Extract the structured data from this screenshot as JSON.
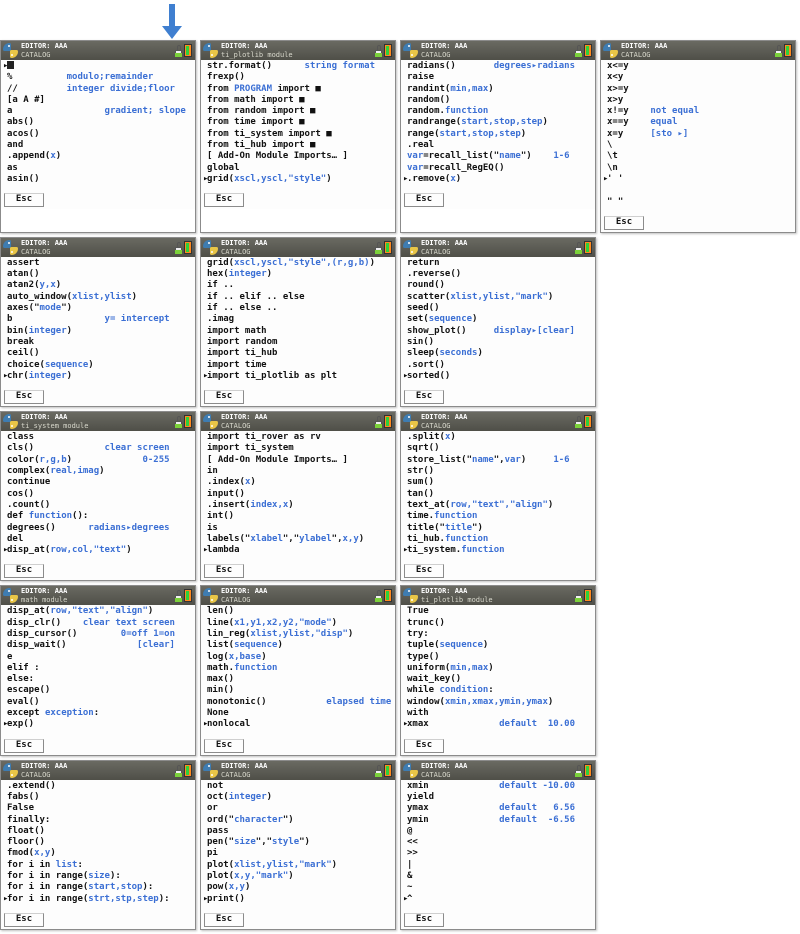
{
  "pointer": {
    "name": "down-arrow-annotation",
    "color": "#3f7fd0"
  },
  "device": {
    "header_line1": "EDITOR: AAA",
    "icons": {
      "lock": "lock-icon",
      "battery": "battery-icon",
      "logo": "python-logo-icon"
    },
    "esc_label": "Esc"
  },
  "panels": [
    {
      "id": "p1",
      "subtitle": "CATALOG",
      "lines": [
        {
          "sel": true,
          "text": "■",
          "cursor": true
        },
        {
          "text": "%",
          "hint": "modulo;remainder",
          "hint_col": 11
        },
        {
          "text": "//",
          "hint": "integer divide;floor",
          "hint_col": 11
        },
        {
          "text": "[a A #]"
        },
        {
          "text": "a",
          "hint": "gradient; slope",
          "hint_col": 18
        },
        {
          "text": "abs()"
        },
        {
          "text": "acos()"
        },
        {
          "text": "and"
        },
        {
          "text": ".append(",
          "arg": "x",
          "text2": ")"
        },
        {
          "text": "as"
        },
        {
          "text": "asin()"
        }
      ]
    },
    {
      "id": "p2",
      "subtitle": "ti_plotlib module",
      "lines": [
        {
          "text": "str.format()",
          "hint": "string format",
          "hint_col": 18
        },
        {
          "text": "frexp()"
        },
        {
          "text": "from ",
          "arg": "PROGRAM",
          "text2": " import ■"
        },
        {
          "text": "from math import ■"
        },
        {
          "text": "from random import ■"
        },
        {
          "text": "from time import ■"
        },
        {
          "text": "from ti_system import ■"
        },
        {
          "text": "from ti_hub import ■"
        },
        {
          "text": "[ Add-On Module Imports… ]"
        },
        {
          "text": "global"
        },
        {
          "sel": true,
          "text": "grid(",
          "arg": "xscl,yscl,\"style\"",
          "text2": ")"
        }
      ]
    },
    {
      "id": "p3",
      "subtitle": "CATALOG",
      "lines": [
        {
          "text": "radians()",
          "hint": "degrees▸radians",
          "hint_col": 16
        },
        {
          "text": "raise"
        },
        {
          "text": "randint(",
          "arg": "min,max",
          "text2": ")"
        },
        {
          "text": "random()"
        },
        {
          "text": "random.",
          "arg": "function"
        },
        {
          "text": "randrange(",
          "arg": "start,stop,step",
          "text2": ")"
        },
        {
          "text": "range(",
          "arg": "start,stop,step",
          "text2": ")"
        },
        {
          "text": ".real"
        },
        {
          "arg_pre": "var",
          "text": "=recall_list(\"",
          "arg": "name",
          "text2": "\")",
          "hint": "1-6",
          "hint_col": 27
        },
        {
          "arg_pre": "var",
          "text": "=recall_RegEQ()"
        },
        {
          "sel": true,
          "text": ".remove(",
          "arg": "x",
          "text2": ")"
        }
      ]
    },
    {
      "id": "p4",
      "subtitle": "CATALOG",
      "tall": true,
      "lines": [
        {
          "text": "x<=y"
        },
        {
          "text": "x<y"
        },
        {
          "text": "x>=y"
        },
        {
          "text": "x>y"
        },
        {
          "text": "x!=y",
          "hint": "not equal",
          "hint_col": 8
        },
        {
          "text": "x==y",
          "hint": "equal",
          "hint_col": 8
        },
        {
          "text": "x=y",
          "hint": "[sto ▸]",
          "hint_col": 8
        },
        {
          "text": "\\"
        },
        {
          "text": "\\t"
        },
        {
          "text": "\\n"
        },
        {
          "sel": true,
          "text": "' '"
        },
        {
          "text": ""
        },
        {
          "text": "\" \""
        }
      ]
    },
    {
      "id": "p5",
      "subtitle": "CATALOG",
      "lines": [
        {
          "text": "assert"
        },
        {
          "text": "atan()"
        },
        {
          "text": "atan2(",
          "arg": "y,x",
          "text2": ")"
        },
        {
          "text": "auto_window(",
          "arg": "xlist,ylist",
          "text2": ")"
        },
        {
          "text": "axes(\"",
          "arg": "mode",
          "text2": "\")"
        },
        {
          "text": "b",
          "hint": "y= intercept",
          "hint_col": 18
        },
        {
          "text": "bin(",
          "arg": "integer",
          "text2": ")"
        },
        {
          "text": "break"
        },
        {
          "text": "ceil()"
        },
        {
          "text": "choice(",
          "arg": "sequence",
          "text2": ")"
        },
        {
          "sel": true,
          "text": "chr(",
          "arg": "integer",
          "text2": ")"
        }
      ]
    },
    {
      "id": "p6",
      "subtitle": "CATALOG",
      "lines": [
        {
          "text": "grid(",
          "arg": "xscl,yscl,\"style\",(r,g,b)",
          "text2": ")"
        },
        {
          "text": "hex(",
          "arg": "integer",
          "text2": ")"
        },
        {
          "text": "if .."
        },
        {
          "text": "if .. elif .. else"
        },
        {
          "text": "if .. else .."
        },
        {
          "text": ".imag"
        },
        {
          "text": "import math"
        },
        {
          "text": "import random"
        },
        {
          "text": "import ti_hub"
        },
        {
          "text": "import time"
        },
        {
          "sel": true,
          "text": "import ti_plotlib as plt"
        }
      ]
    },
    {
      "id": "p7",
      "subtitle": "CATALOG",
      "lines": [
        {
          "text": "return"
        },
        {
          "text": ".reverse()"
        },
        {
          "text": "round()"
        },
        {
          "text": "scatter(",
          "arg": "xlist,ylist,\"mark\"",
          "text2": ")"
        },
        {
          "text": "seed()"
        },
        {
          "text": "set(",
          "arg": "sequence",
          "text2": ")"
        },
        {
          "text": "show_plot()",
          "hint": "display▸[clear]",
          "hint_col": 16
        },
        {
          "text": "sin()"
        },
        {
          "text": "sleep(",
          "arg": "seconds",
          "text2": ")"
        },
        {
          "text": ".sort()"
        },
        {
          "sel": true,
          "text": "sorted()"
        }
      ]
    },
    {
      "id": "p8",
      "subtitle": "ti_system module",
      "lines": [
        {
          "text": "class"
        },
        {
          "text": "cls()",
          "hint": "clear screen",
          "hint_col": 18
        },
        {
          "text": "color(",
          "arg": "r,g,b",
          "text2": ")",
          "hint": "0-255",
          "hint_col": 25
        },
        {
          "text": "complex(",
          "arg": "real,imag",
          "text2": ")"
        },
        {
          "text": "continue"
        },
        {
          "text": "cos()"
        },
        {
          "text": ".count()"
        },
        {
          "text": "def ",
          "arg": "function",
          "text2": "():"
        },
        {
          "text": "degrees()",
          "hint": "radians▸degrees",
          "hint_col": 15
        },
        {
          "text": "del"
        },
        {
          "sel": true,
          "text": "disp_at(",
          "arg": "row,col,\"text\"",
          "text2": ")"
        }
      ]
    },
    {
      "id": "p9",
      "subtitle": "CATALOG",
      "lines": [
        {
          "text": "import ti_rover as rv"
        },
        {
          "text": "import ti_system"
        },
        {
          "text": "[ Add-On Module Imports… ]"
        },
        {
          "text": "in"
        },
        {
          "text": ".index(",
          "arg": "x",
          "text2": ")"
        },
        {
          "text": "input()"
        },
        {
          "text": ".insert(",
          "arg": "index,x",
          "text2": ")"
        },
        {
          "text": "int()"
        },
        {
          "text": "is"
        },
        {
          "text": "labels(\"",
          "arg": "xlabel",
          "text2": "\",\"",
          "arg2": "ylabel",
          "text3": "\",",
          "arg3": "x,y",
          "text4": ")"
        },
        {
          "sel": true,
          "text": "lambda"
        }
      ]
    },
    {
      "id": "p10",
      "subtitle": "CATALOG",
      "lines": [
        {
          "text": ".split(",
          "arg": "x",
          "text2": ")"
        },
        {
          "text": "sqrt()"
        },
        {
          "text": "store_list(\"",
          "arg": "name",
          "text2": "\",",
          "arg2": "var",
          "text3": ")",
          "hint": "1-6",
          "hint_col": 27
        },
        {
          "text": "str()"
        },
        {
          "text": "sum()"
        },
        {
          "text": "tan()"
        },
        {
          "text": "text_at(",
          "arg": "row,\"text\",\"align\"",
          "text2": ")"
        },
        {
          "text": "time.",
          "arg": "function"
        },
        {
          "text": "title(\"",
          "arg": "title",
          "text2": "\")"
        },
        {
          "text": "ti_hub.",
          "arg": "function"
        },
        {
          "sel": true,
          "text": "ti_system.",
          "arg": "function"
        }
      ]
    },
    {
      "id": "p11",
      "subtitle": "math module",
      "lines": [
        {
          "text": "disp_at(",
          "arg": "row,\"text\",\"align\"",
          "text2": ")"
        },
        {
          "text": "disp_clr()",
          "hint": "clear text screen",
          "hint_col": 14
        },
        {
          "text": "disp_cursor()",
          "hint": "0=off 1=on",
          "hint_col": 21
        },
        {
          "text": "disp_wait()",
          "hint": "[clear]",
          "hint_col": 24
        },
        {
          "text": "e"
        },
        {
          "text": "elif :"
        },
        {
          "text": "else:"
        },
        {
          "text": "escape()"
        },
        {
          "text": "eval()"
        },
        {
          "text": "except ",
          "arg": "exception",
          "text2": ":"
        },
        {
          "sel": true,
          "text": "exp()"
        }
      ]
    },
    {
      "id": "p12",
      "subtitle": "CATALOG",
      "lines": [
        {
          "text": "len()"
        },
        {
          "text": "line(",
          "arg": "x1,y1,x2,y2,\"mode\"",
          "text2": ")"
        },
        {
          "text": "lin_reg(",
          "arg": "xlist,ylist,\"disp\"",
          "text2": ")"
        },
        {
          "text": "list(",
          "arg": "sequence",
          "text2": ")"
        },
        {
          "text": "log(",
          "arg": "x,base",
          "text2": ")"
        },
        {
          "text": "math.",
          "arg": "function"
        },
        {
          "text": "max()"
        },
        {
          "text": "min()"
        },
        {
          "text": "monotonic()",
          "hint": "elapsed time",
          "hint_col": 22
        },
        {
          "text": "None"
        },
        {
          "sel": true,
          "text": "nonlocal"
        }
      ]
    },
    {
      "id": "p13",
      "subtitle": "ti_plotlib module",
      "lines": [
        {
          "text": "True"
        },
        {
          "text": "trunc()"
        },
        {
          "text": "try:"
        },
        {
          "text": "tuple(",
          "arg": "sequence",
          "text2": ")"
        },
        {
          "text": "type()"
        },
        {
          "text": "uniform(",
          "arg": "min,max",
          "text2": ")"
        },
        {
          "text": "wait_key()"
        },
        {
          "text": "while ",
          "arg": "condition",
          "text2": ":"
        },
        {
          "text": "window(",
          "arg": "xmin,xmax,ymin,ymax",
          "text2": ")"
        },
        {
          "text": "with"
        },
        {
          "sel": true,
          "text": "xmax",
          "hint": "default  10.00",
          "hint_col": 17
        }
      ]
    },
    {
      "id": "p14",
      "subtitle": "CATALOG",
      "lines": [
        {
          "text": ".extend()"
        },
        {
          "text": "fabs()"
        },
        {
          "text": "False"
        },
        {
          "text": "finally:"
        },
        {
          "text": "float()"
        },
        {
          "text": "floor()"
        },
        {
          "text": "fmod(",
          "arg": "x,y",
          "text2": ")"
        },
        {
          "text": "for i in ",
          "arg": "list",
          "text2": ":"
        },
        {
          "text": "for i in range(",
          "arg": "size",
          "text2": "):"
        },
        {
          "text": "for i in range(",
          "arg": "start,stop",
          "text2": "):"
        },
        {
          "sel": true,
          "text": "for i in range(",
          "arg": "strt,stp,step",
          "text2": "):"
        }
      ]
    },
    {
      "id": "p15",
      "subtitle": "CATALOG",
      "lines": [
        {
          "text": "not"
        },
        {
          "text": "oct(",
          "arg": "integer",
          "text2": ")"
        },
        {
          "text": "or"
        },
        {
          "text": "ord(\"",
          "arg": "character",
          "text2": "\")"
        },
        {
          "text": "pass"
        },
        {
          "text": "pen(\"",
          "arg": "size",
          "text2": "\",\"",
          "arg2": "style",
          "text3": "\")"
        },
        {
          "text": "pi"
        },
        {
          "text": "plot(",
          "arg": "xlist,ylist,\"mark\"",
          "text2": ")"
        },
        {
          "text": "plot(",
          "arg": "x,y,\"mark\"",
          "text2": ")"
        },
        {
          "text": "pow(",
          "arg": "x,y",
          "text2": ")"
        },
        {
          "sel": true,
          "text": "print()"
        }
      ]
    },
    {
      "id": "p16",
      "subtitle": "CATALOG",
      "lines": [
        {
          "text": "xmin",
          "hint": "default -10.00",
          "hint_col": 17
        },
        {
          "text": "yield"
        },
        {
          "text": "ymax",
          "hint": "default   6.56",
          "hint_col": 17
        },
        {
          "text": "ymin",
          "hint": "default  -6.56",
          "hint_col": 17
        },
        {
          "text": "@"
        },
        {
          "text": "<<"
        },
        {
          "text": ">>"
        },
        {
          "text": "|"
        },
        {
          "text": "&"
        },
        {
          "text": "~"
        },
        {
          "sel": true,
          "text": "^"
        }
      ]
    }
  ]
}
